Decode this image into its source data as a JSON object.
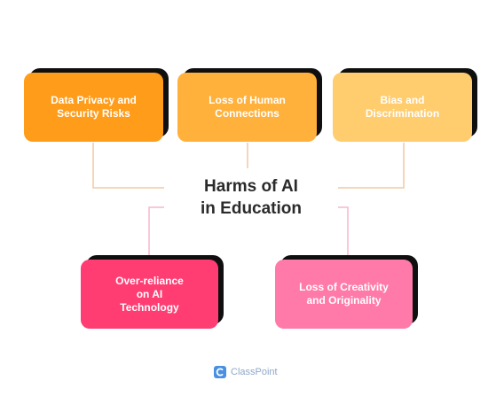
{
  "diagram": {
    "title": "Harms of AI\nin Education",
    "cards": [
      {
        "label": "Data Privacy and\nSecurity Risks",
        "color": "#ff9c1a"
      },
      {
        "label": "Loss of Human\nConnections",
        "color": "#ffb13b"
      },
      {
        "label": "Bias and\nDiscrimination",
        "color": "#ffcc6e"
      },
      {
        "label": "Over-reliance\non AI\nTechnology",
        "color": "#ff3d72"
      },
      {
        "label": "Loss of Creativity\nand Originality",
        "color": "#ff7aa8"
      }
    ],
    "connector_colors": {
      "top": "#f3c9a4",
      "bottom": "#f7b8c8"
    }
  },
  "footer": {
    "brand_name": "ClassPoint",
    "brand_icon": "classpoint-logo-icon",
    "brand_color": "#4a90e2"
  }
}
